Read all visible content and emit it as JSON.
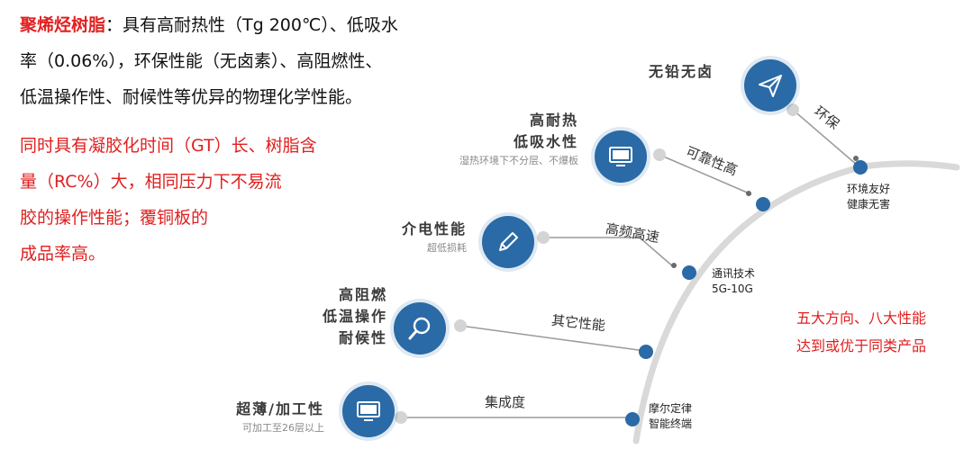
{
  "intro": {
    "highlight": "聚烯烃树脂",
    "line1_rest": "：具有高耐热性（Tg 200℃）、低吸水",
    "line2": "率（0.06%），环保性能（无卤素）、高阻燃性、",
    "line3": "低温操作性、耐候性等优异的物理化学性能。"
  },
  "red_block": [
    "同时具有凝胶化时间（GT）长、树脂含",
    "量（RC%）大，相同压力下不易流",
    "胶的操作性能；覆铜板的",
    "成品率高。"
  ],
  "side_note": [
    "五大方向、八大性能",
    "达到或优于同类产品"
  ],
  "features": [
    {
      "lines": [
        "无铅无卤"
      ],
      "sub": "",
      "icon": "paper-plane-icon",
      "curve_label": "环保",
      "dot_label": [
        "环境友好",
        "健康无害"
      ]
    },
    {
      "lines": [
        "高耐热",
        "低吸水性"
      ],
      "sub": "湿热环境下不分层、不爆板",
      "icon": "monitor-icon",
      "curve_label": "可靠性高",
      "dot_label": []
    },
    {
      "lines": [
        "介电性能"
      ],
      "sub": "超低损耗",
      "icon": "pencil-icon",
      "curve_label": "高频高速",
      "dot_label": [
        "通讯技术",
        "5G-10G"
      ]
    },
    {
      "lines": [
        "高阻燃",
        "低温操作",
        "耐候性"
      ],
      "sub": "",
      "icon": "magnifier-icon",
      "curve_label": "其它性能",
      "dot_label": []
    },
    {
      "lines": [
        "超薄/加工性"
      ],
      "sub": "可加工至26层以上",
      "icon": "monitor-icon",
      "curve_label": "集成度",
      "dot_label": [
        "摩尔定律",
        "智能终端"
      ]
    }
  ],
  "colors": {
    "accent": "#2a6aa6",
    "highlight": "#e02020",
    "curve": "#d9d9d9"
  }
}
